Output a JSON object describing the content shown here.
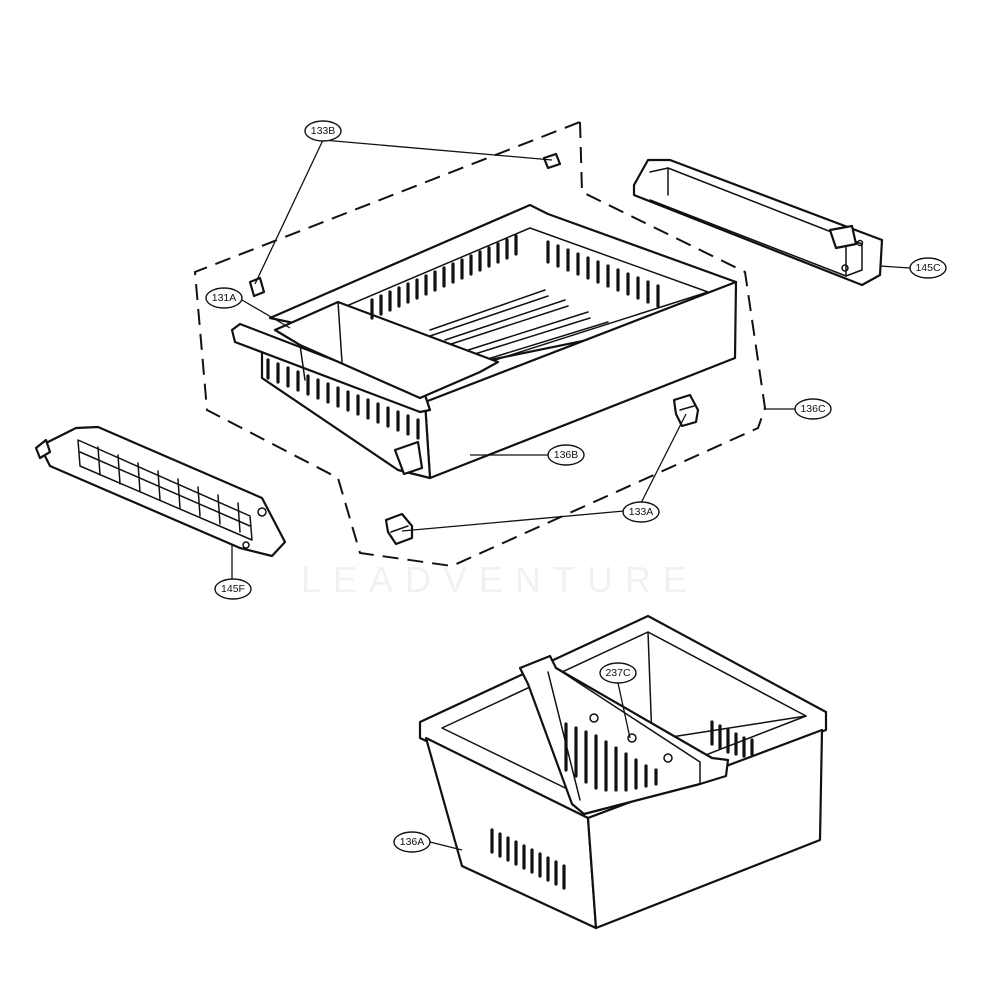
{
  "watermark": "LEADVENTURE",
  "callouts": [
    {
      "id": "133B",
      "label": "133B"
    },
    {
      "id": "145C",
      "label": "145C"
    },
    {
      "id": "131A",
      "label": "131A"
    },
    {
      "id": "136C",
      "label": "136C"
    },
    {
      "id": "136B",
      "label": "136B"
    },
    {
      "id": "133A",
      "label": "133A"
    },
    {
      "id": "145F",
      "label": "145F"
    },
    {
      "id": "237C",
      "label": "237C"
    },
    {
      "id": "136A",
      "label": "136A"
    }
  ]
}
